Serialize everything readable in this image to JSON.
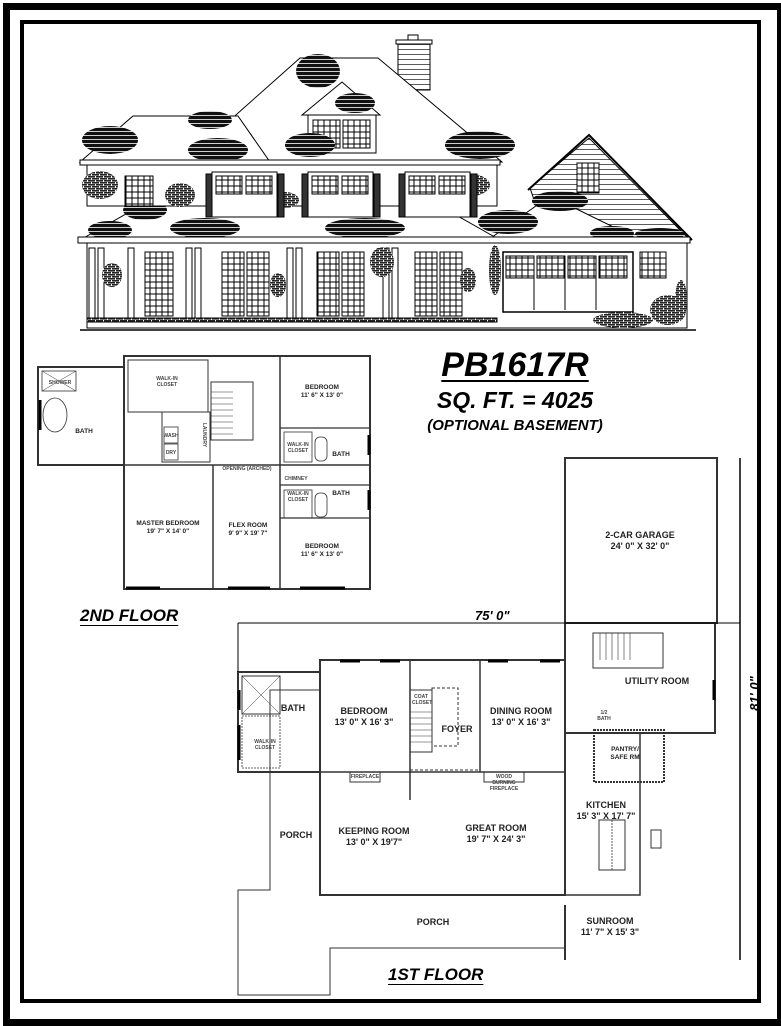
{
  "plan": {
    "id": "PB1617R",
    "sqft": "SQ. FT. = 4025",
    "note": "(OPTIONAL BASEMENT)"
  },
  "floors": {
    "second": {
      "label": "2ND FLOOR",
      "rooms": [
        {
          "name": "MASTER BEDROOM",
          "size": "19' 7\" X 14' 0\""
        },
        {
          "name": "FLEX ROOM",
          "size": "9' 9\" X 19' 7\""
        },
        {
          "name": "BEDROOM",
          "size": "11' 6\" X 13' 0\""
        },
        {
          "name": "BEDROOM",
          "size": "11' 6\" X 13' 0\""
        },
        {
          "name": "BATH",
          "size": ""
        },
        {
          "name": "BATH",
          "size": ""
        },
        {
          "name": "BATH",
          "size": ""
        },
        {
          "name": "WALK-IN CLOSET",
          "size": ""
        },
        {
          "name": "WALK-IN CLOSET",
          "size": ""
        },
        {
          "name": "WALK-IN CLOSET",
          "size": ""
        },
        {
          "name": "LAUNDRY",
          "size": ""
        }
      ],
      "minor_labels": {
        "shower": "SHOWER",
        "chimney": "CHIMNEY",
        "opening": "OPENING (ARCHED)",
        "wash": "WASH",
        "dry": "DRY"
      }
    },
    "first": {
      "label": "1ST FLOOR",
      "rooms": [
        {
          "name": "2-CAR GARAGE",
          "size": "24' 0\" X 32' 0\""
        },
        {
          "name": "UTILITY ROOM",
          "size": ""
        },
        {
          "name": "PANTRY/ SAFE RM",
          "size": ""
        },
        {
          "name": "1/2 BATH",
          "size": ""
        },
        {
          "name": "KITCHEN",
          "size": "15' 3\" X 17' 7\""
        },
        {
          "name": "SUNROOM",
          "size": "11' 7\" X 15' 3\""
        },
        {
          "name": "DINING ROOM",
          "size": "13' 0\" X 16' 3\""
        },
        {
          "name": "FOYER",
          "size": ""
        },
        {
          "name": "BEDROOM",
          "size": "13' 0\" X 16' 3\""
        },
        {
          "name": "BATH",
          "size": ""
        },
        {
          "name": "WALK-IN CLOSET",
          "size": ""
        },
        {
          "name": "KEEPING ROOM",
          "size": "13' 0\" X 19'7\""
        },
        {
          "name": "GREAT ROOM",
          "size": "19' 7\" X 24' 3\""
        },
        {
          "name": "PORCH",
          "size": ""
        },
        {
          "name": "PORCH",
          "size": ""
        }
      ],
      "minor_labels": {
        "coat_closet": "COAT CLOSET",
        "fireplace": "FIREPLACE",
        "wood_fireplace": "WOOD BURNING FIREPLACE"
      },
      "dimensions": {
        "width": "75' 0\"",
        "depth": "81' 0\""
      }
    }
  },
  "colors": {
    "line": "#000000",
    "wall": "#333333",
    "background": "#ffffff",
    "shingle": "#1a1a1a"
  }
}
